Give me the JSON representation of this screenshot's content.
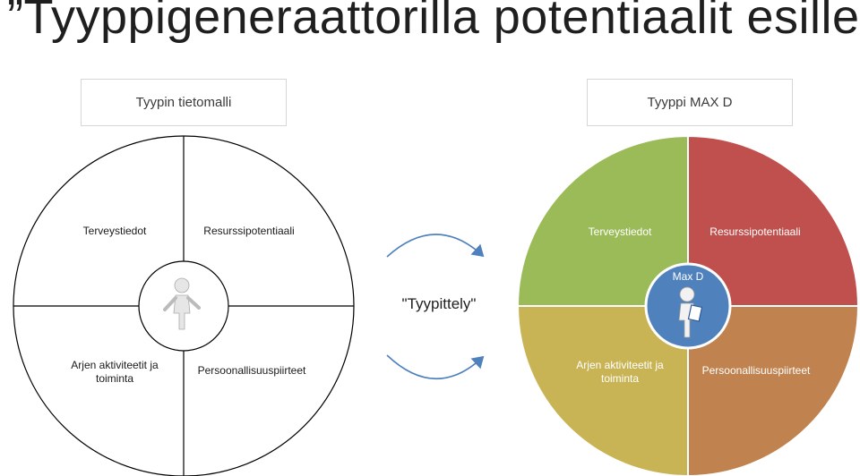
{
  "title": "”Tyyppigeneraattorilla  potentiaalit esille",
  "left": {
    "box_label": "Tyypin tietomalli",
    "quadrants": {
      "top_left": "Terveystiedot",
      "top_right": "Resurssipotentiaali",
      "bottom_left_line1": "Arjen aktiviteetit ja",
      "bottom_left_line2": "toiminta",
      "bottom_right": "Persoonallisuuspiirteet"
    }
  },
  "center": {
    "label": "\"Tyypittely\""
  },
  "right": {
    "box_label": "Tyyppi MAX D",
    "center_label": "Max D",
    "quadrants": {
      "top_left": "Terveystiedot",
      "top_right": "Resurssipotentiaali",
      "bottom_left_line1": "Arjen aktiviteetit ja",
      "bottom_left_line2": "toiminta",
      "bottom_right": "Persoonallisuuspiirteet"
    },
    "colors": {
      "top_left": "#9bbb59",
      "top_right": "#c0504d",
      "bottom_left": "#c9b455",
      "bottom_right": "#c0824f",
      "center": "#4f81bd"
    }
  }
}
